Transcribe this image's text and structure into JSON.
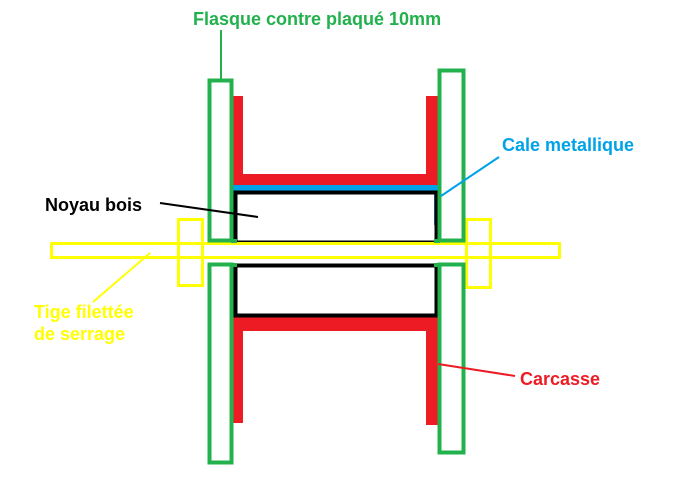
{
  "labels": {
    "flasque": "Flasque contre plaqué 10mm",
    "cale": "Cale metallique",
    "noyau": "Noyau bois",
    "tige_line1": "Tige filettée",
    "tige_line2": "de serrage",
    "carcasse": "Carcasse"
  },
  "colors": {
    "flasque": "#22b14c",
    "cale": "#00a2e8",
    "noyau": "#000000",
    "tige": "#ffff00",
    "carcasse": "#ed1c24"
  }
}
